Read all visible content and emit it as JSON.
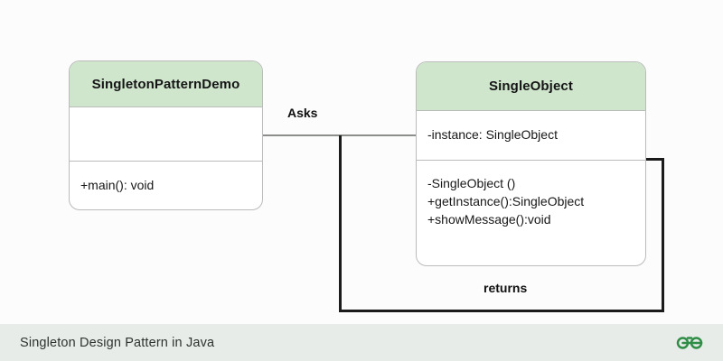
{
  "diagram": {
    "type": "uml-class-diagram",
    "title": "Singleton Design Pattern in Java",
    "background_color": "#fbfcfb",
    "header_fill_color": "#cfe6cd",
    "border_color": "#b9bcb9",
    "connector_color": "#8b8e8b",
    "return_connector_color": "#1b1b1b",
    "classes": [
      {
        "id": "demo",
        "name": "SingletonPatternDemo",
        "attributes": [],
        "operations": [
          "+main(): void"
        ]
      },
      {
        "id": "single",
        "name": "SingleObject",
        "attributes": [
          "-instance: SingleObject"
        ],
        "operations": [
          "-SingleObject ()",
          "+getInstance():SingleObject",
          "+showMessage():void"
        ]
      }
    ],
    "relationships": [
      {
        "id": "asks",
        "label": "Asks",
        "from": "demo",
        "to": "single"
      },
      {
        "id": "returns",
        "label": "returns",
        "from": "single",
        "to": "demo"
      }
    ]
  },
  "footer": {
    "caption": "Singleton Design Pattern in Java",
    "logo_name": "geeksforgeeks-logo",
    "logo_color": "#2f8d46",
    "background_color": "#e8ece8"
  }
}
